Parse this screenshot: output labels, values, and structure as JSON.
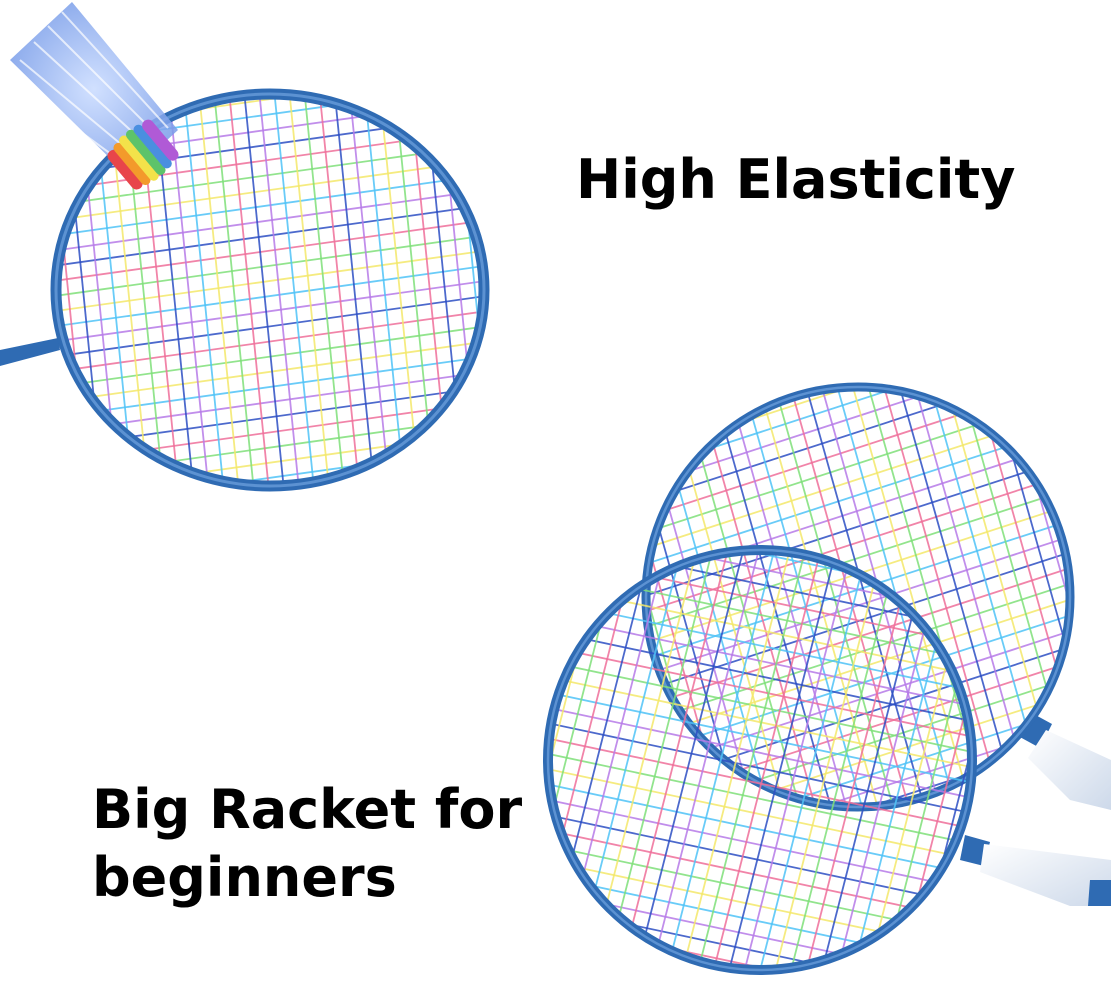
{
  "captions": {
    "top": "High Elasticity",
    "bottom_line1": "Big Racket for",
    "bottom_line2": "beginners"
  },
  "visual": {
    "frame_color": "#2f6bb3",
    "frame_highlight": "#6fa3e0",
    "handle_color": "#eef3fa",
    "string_colors": [
      "#2d4fc4",
      "#ef6f9a",
      "#7fe07a",
      "#f4e86a",
      "#4fc3f7",
      "#b77be8"
    ],
    "shuttle_feather_color": "#8fb1f2",
    "shuttle_cork_colors": [
      "#e8454a",
      "#f39a2b",
      "#f3e24a",
      "#5dc36a",
      "#4a8fe0",
      "#b05ad6"
    ],
    "icons": [
      "badminton-racket-icon",
      "shuttlecock-icon"
    ]
  }
}
